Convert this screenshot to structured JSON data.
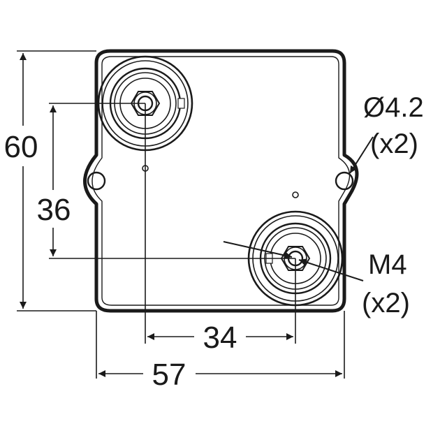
{
  "diagram": {
    "dimensions": {
      "height": "60",
      "hole_spacing_vertical": "36",
      "hole_spacing_horizontal": "34",
      "width": "57"
    },
    "callouts": {
      "mount_hole_size": "Ø4.2",
      "mount_hole_qty": "(x2)",
      "terminal_thread": "M4",
      "terminal_qty": "(x2)"
    },
    "colors": {
      "line": "#1a1a1a",
      "background": "#ffffff"
    }
  }
}
